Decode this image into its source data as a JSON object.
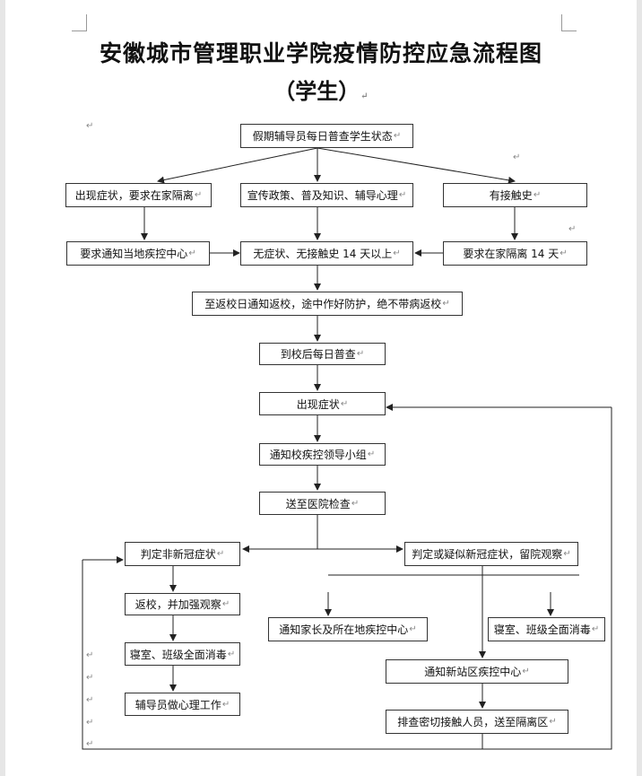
{
  "title": {
    "line1": "安徽城市管理职业学院疫情防控应急流程图",
    "line2": "（学生）"
  },
  "paragraph_mark": "↵",
  "boxes": {
    "check_status": "假期辅导员每日普查学生状态",
    "symptom_isolate": "出现症状，要求在家隔离",
    "publicize": "宣传政策、普及知识、辅导心理",
    "contact_history": "有接触史",
    "notify_cdc": "要求通知当地疾控中心",
    "no_symptom_14": "无症状、无接触史 14 天以上",
    "home_isolate_14": "要求在家隔离 14 天",
    "notify_return": "至返校日通知返校，途中作好防护，绝不带病返校",
    "daily_check": "到校后每日普查",
    "symptoms_appear": "出现症状",
    "notify_leaders": "通知校疾控领导小组",
    "hospital_check": "送至医院检查",
    "not_covid": "判定非新冠症状",
    "suspected_covid": "判定或疑似新冠症状，留院观察",
    "return_observe": "返校，并加强观察",
    "notify_parents": "通知家长及所在地疾控中心",
    "disinfect_right": "寝室、班级全面消毒",
    "disinfect_left": "寝室、班级全面消毒",
    "notify_new_cdc": "通知新站区疾控中心",
    "counselor_psych": "辅导员做心理工作",
    "trace_contacts": "排查密切接触人员，送至隔离区"
  }
}
